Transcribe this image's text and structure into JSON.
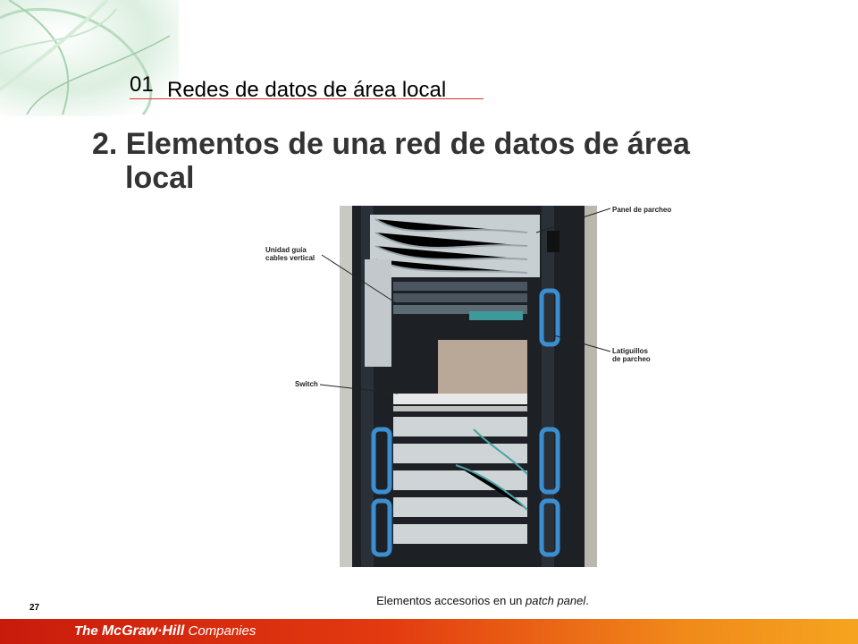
{
  "header": {
    "chapter_number": "01",
    "chapter_title": "Redes de datos de área local"
  },
  "slide": {
    "title_line1": "2. Elementos de una red de datos de área",
    "title_line2": "local"
  },
  "figure": {
    "callouts": {
      "panel_parcheo": "Panel de parcheo",
      "unidad_guia_1": "Unidad guía",
      "unidad_guia_2": "cables vertical",
      "latiguillos_1": "Latiguillos",
      "latiguillos_2": "de parcheo",
      "switch": "Switch"
    },
    "caption_prefix": "Elementos accesorios en un ",
    "caption_em": "patch panel",
    "caption_suffix": "."
  },
  "footer": {
    "page_number": "27",
    "logo_the": "The ",
    "logo_brand": "McGraw·Hill",
    "logo_companies": " Companies"
  },
  "colors": {
    "accent_rule": "#d8342c",
    "footer_start": "#c91b0c",
    "footer_end": "#f6a41f",
    "swirl_green": "#9cc9a3"
  }
}
